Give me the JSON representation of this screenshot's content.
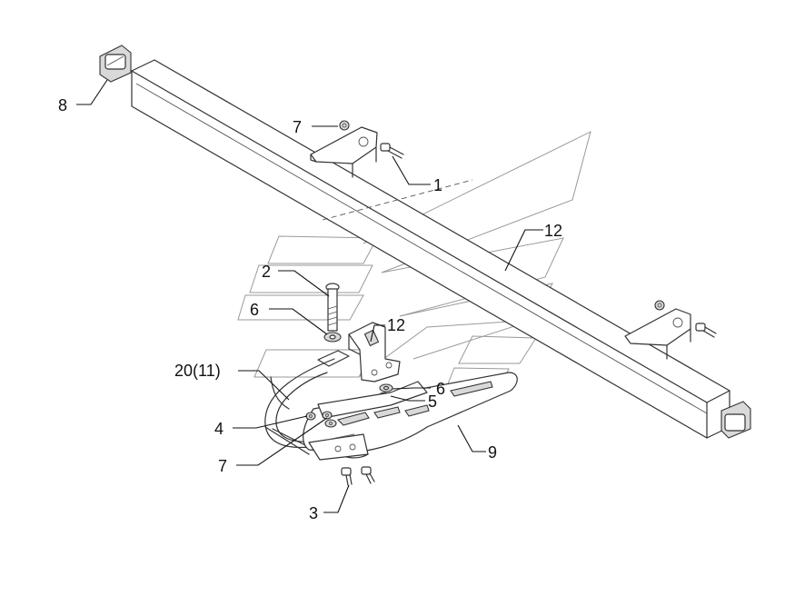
{
  "callouts": {
    "c1": "1",
    "c2": "2",
    "c3": "3",
    "c4": "4",
    "c5": "5",
    "c6a": "6",
    "c6b": "6",
    "c7a": "7",
    "c7b": "7",
    "c8": "8",
    "c9": "9",
    "c12a": "12",
    "c12b": "12",
    "c20": "20(11)"
  }
}
